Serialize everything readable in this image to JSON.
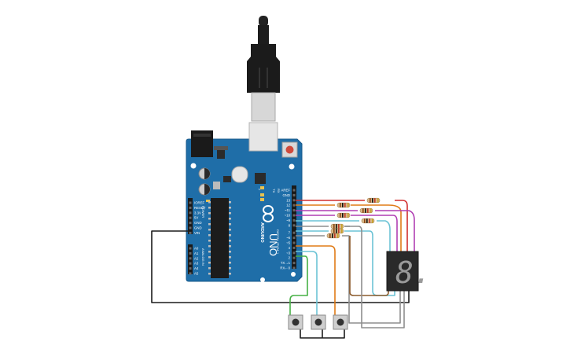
{
  "board": {
    "brand": "ARDUINO",
    "model": "UNO",
    "labels": {
      "on": "ON",
      "l": "L",
      "tx": "TX",
      "rx": "RX",
      "digital": "DIGITAL (PWM~)",
      "power": "POWER",
      "analog_in": "ANALOG IN"
    },
    "digital_pins": [
      "AREF",
      "GND",
      "13",
      "12",
      "~11",
      "~10",
      "~9",
      "8",
      "7",
      "~6",
      "~5",
      "4",
      "~3",
      "2",
      "TX→1",
      "RX←0"
    ],
    "power_pins": [
      "IOREF",
      "RESET",
      "3.3V",
      "5V",
      "GND",
      "GND",
      "VIN"
    ],
    "analog_pins": [
      "A0",
      "A1",
      "A2",
      "A3",
      "A4",
      "A5"
    ]
  },
  "display": {
    "digit": "8."
  },
  "colors": {
    "board": "#1f6ea8",
    "wire_red": "#d12f2f",
    "wire_orange": "#e07b17",
    "wire_magenta": "#b03fb3",
    "wire_cyan": "#6cc3d5",
    "wire_green": "#46b045",
    "wire_gray": "#8e8e8e",
    "wire_black": "#1c1c1c",
    "wire_brown": "#8b5a2b"
  }
}
